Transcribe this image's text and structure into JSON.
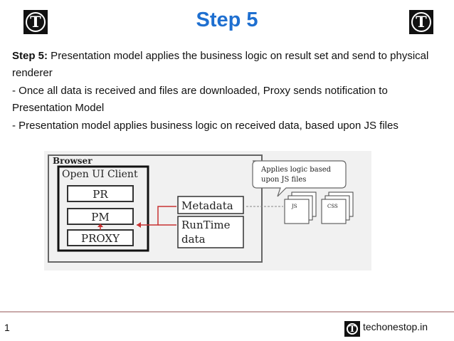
{
  "logo": {
    "letter": "T"
  },
  "title": "Step 5",
  "paragraphs": [
    {
      "lead": "Step 5:",
      "text": " Presentation model applies the business logic on result set and send to physical renderer"
    },
    {
      "lead": "",
      "text": "- Once all data is received and files are downloaded, Proxy sends notification to Presentation Model"
    },
    {
      "lead": "",
      "text": "- Presentation model applies business logic on received data, based upon JS files"
    }
  ],
  "diagram": {
    "browser_label": "Browser",
    "client_label": "Open UI Client",
    "boxes": [
      "PR",
      "PM",
      "PROXY"
    ],
    "metadata_label": "Metadata",
    "runtime_label_1": "RunTime",
    "runtime_label_2": "data",
    "callout_line_1": "Applies logic based",
    "callout_line_2": "upon JS files",
    "file_js": "JS",
    "file_css": "CSS"
  },
  "footer": {
    "page_number": "1",
    "site": "techonestop.in"
  }
}
